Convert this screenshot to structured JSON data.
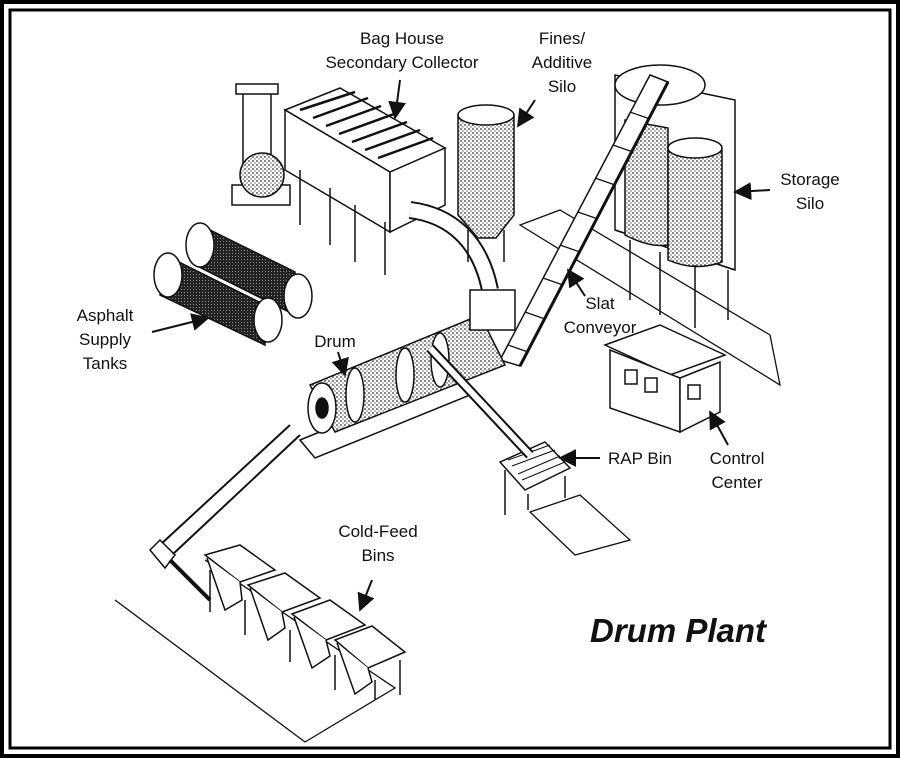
{
  "title": "Drum Plant",
  "labels": {
    "bag_house": [
      "Bag House",
      "Secondary Collector"
    ],
    "fines_silo": [
      "Fines/",
      "Additive",
      "Silo"
    ],
    "storage_silo": [
      "Storage",
      "Silo"
    ],
    "asphalt_tanks": [
      "Asphalt",
      "Supply",
      "Tanks"
    ],
    "drum": [
      "Drum"
    ],
    "slat_conveyor": [
      "Slat",
      "Conveyor"
    ],
    "rap_bin": [
      "RAP Bin"
    ],
    "control_center": [
      "Control",
      "Center"
    ],
    "cold_feed": [
      "Cold-Feed",
      "Bins"
    ]
  },
  "colors": {
    "ink": "#111111",
    "background": "#ffffff",
    "frame": "#000000"
  }
}
